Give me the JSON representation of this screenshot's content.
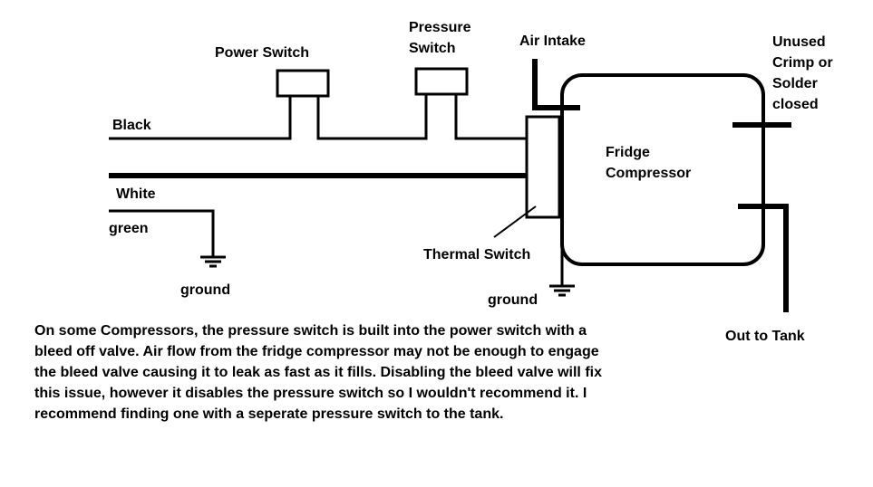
{
  "labels": {
    "power_switch": "Power Switch",
    "pressure_switch_line1": "Pressure",
    "pressure_switch_line2": "Switch",
    "air_intake": "Air Intake",
    "unused_line1": "Unused",
    "unused_line2": "Crimp or",
    "unused_line3": "Solder",
    "unused_line4": "closed",
    "black": "Black",
    "white": "White",
    "green": "green",
    "ground_left": "ground",
    "ground_right": "ground",
    "fridge_line1": "Fridge",
    "fridge_line2": "Compressor",
    "thermal_switch": "Thermal Switch",
    "out_to_tank": "Out to Tank"
  },
  "note": {
    "lines": [
      "On some Compressors, the pressure switch is built into the power switch with a",
      "bleed off valve. Air flow from the fridge compressor may not be enough to engage",
      "the bleed valve causing it to leak as fast as it fills. Disabling the bleed valve will fix",
      "this issue, however it disables the pressure switch so I wouldn't recommend it. I",
      "recommend finding one with a seperate pressure switch to the tank."
    ]
  },
  "colors": {
    "ink": "#000000",
    "background": "#ffffff"
  }
}
